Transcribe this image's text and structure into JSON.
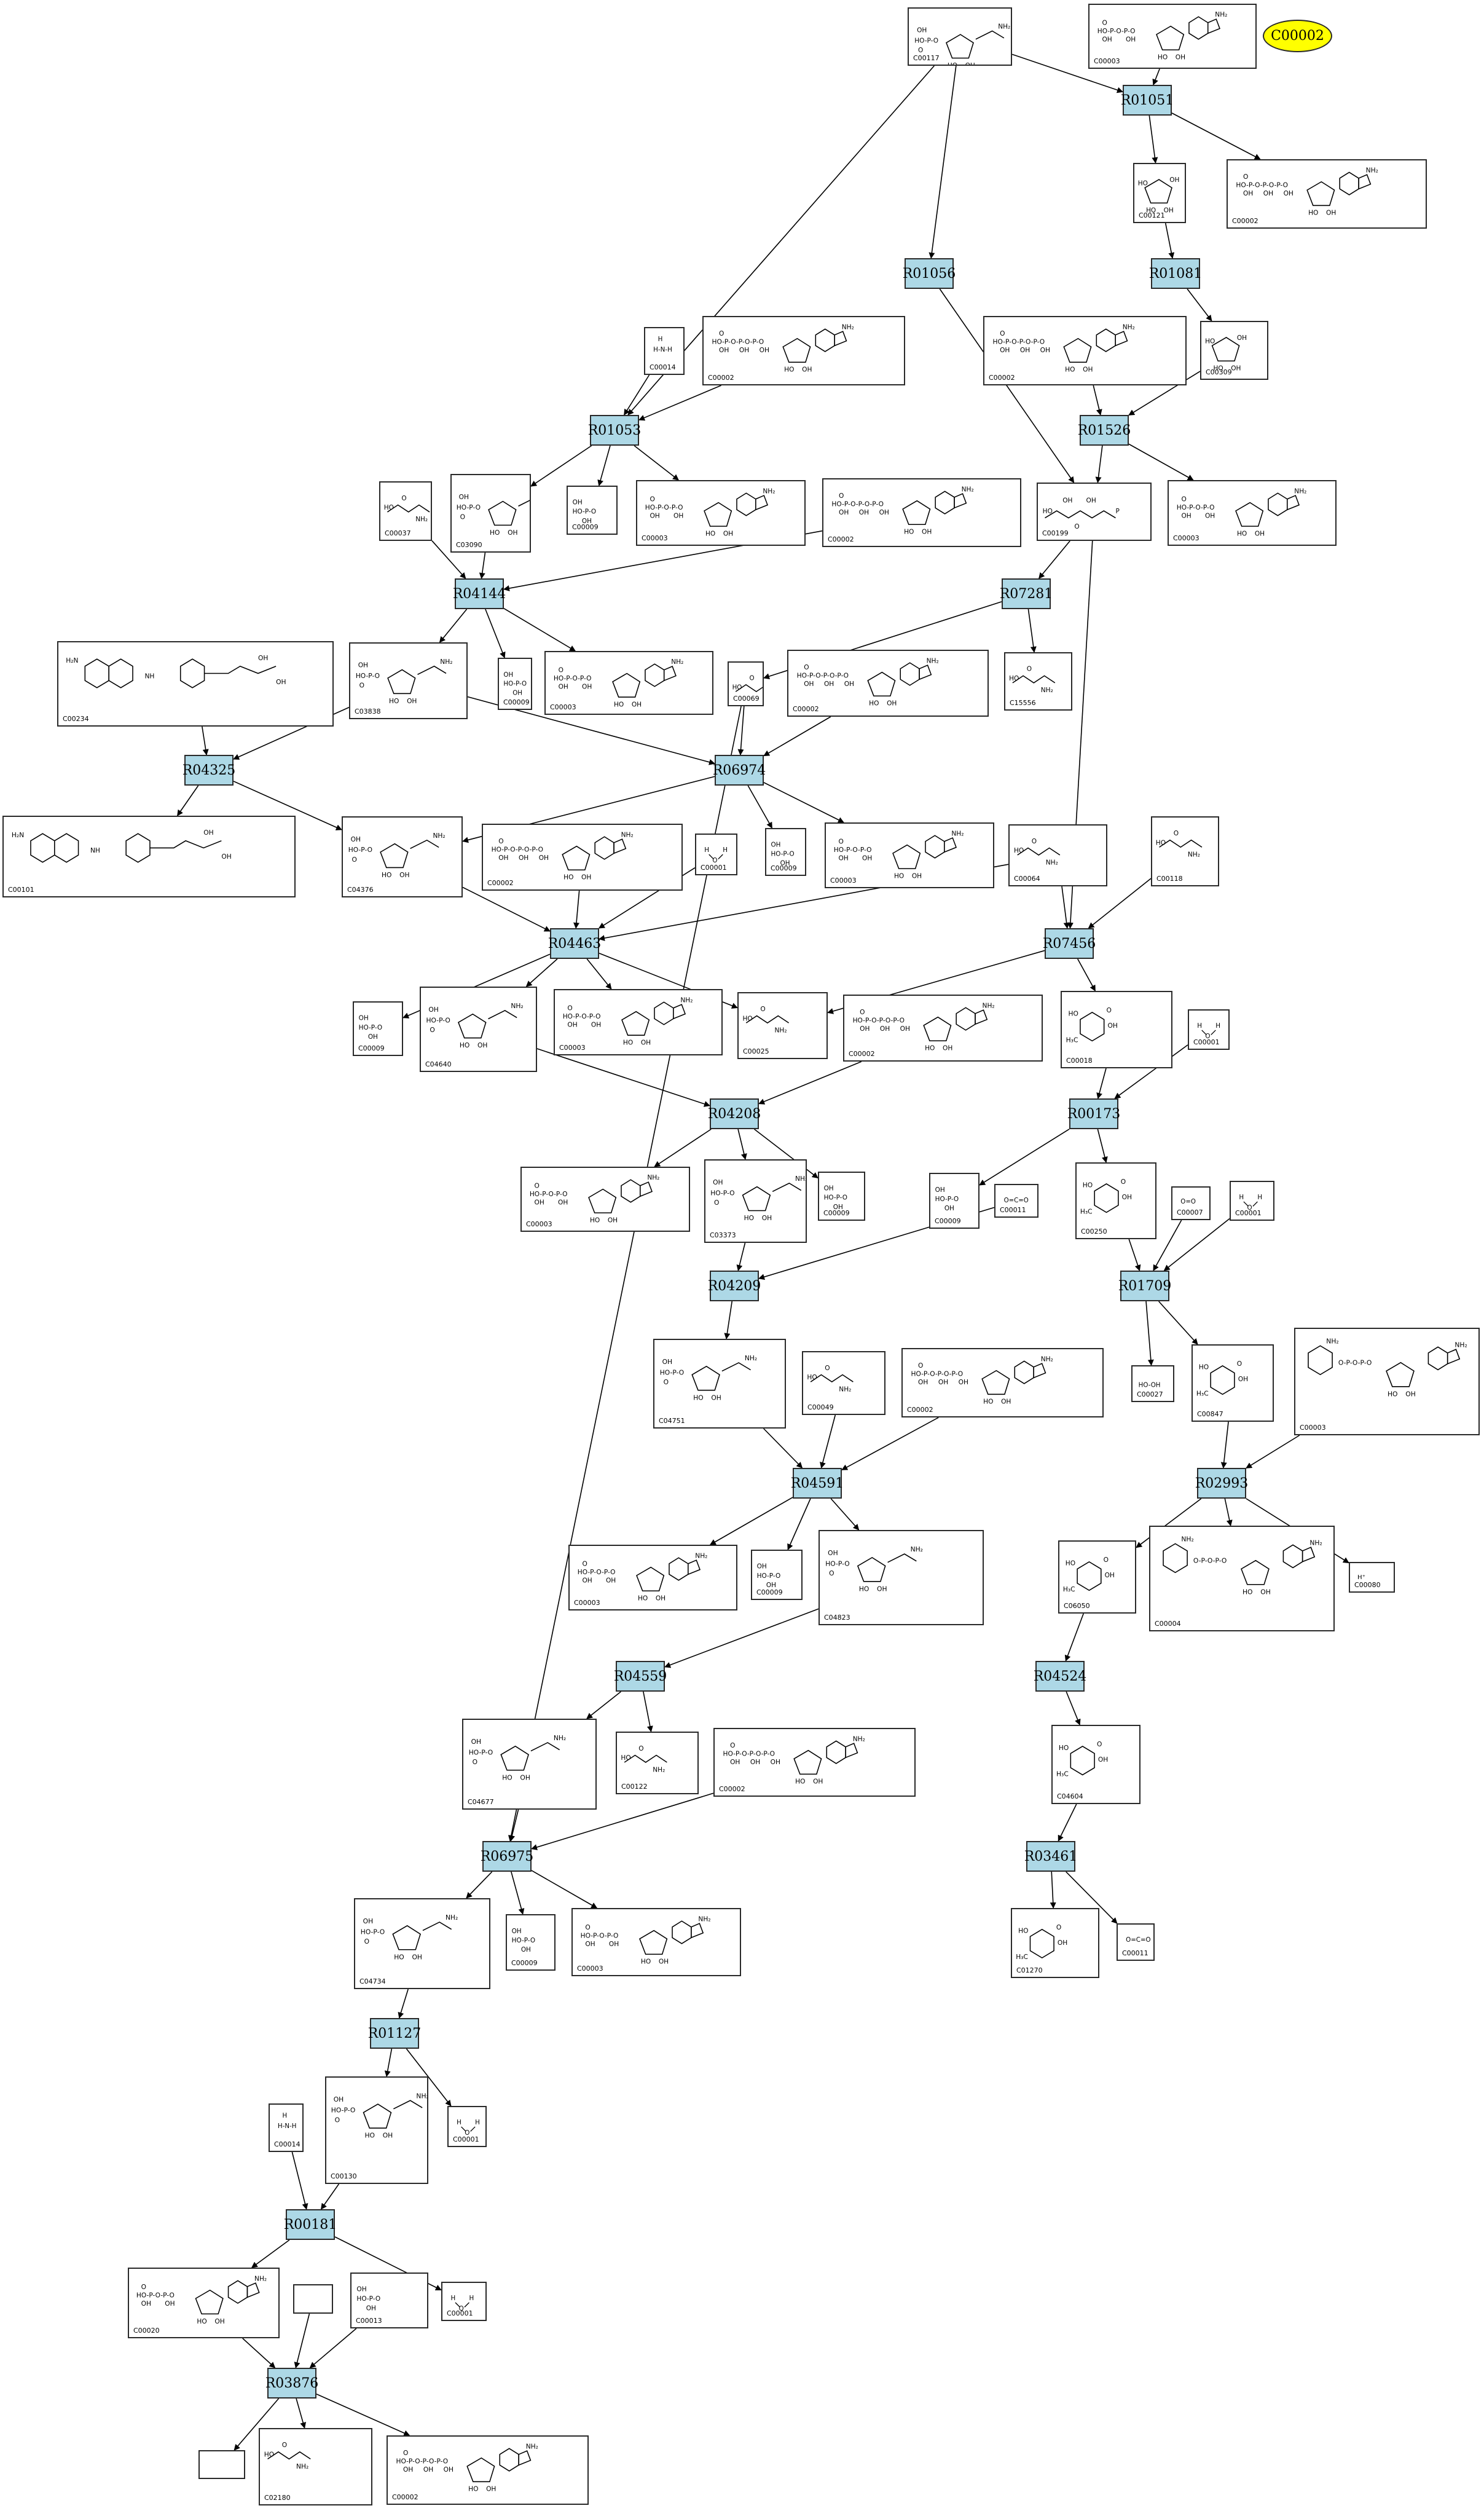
{
  "highlight": {
    "id": "C00002",
    "color": "#ffff00"
  },
  "colors": {
    "reaction_fill": "#add8e6",
    "edge": "#000000"
  },
  "reactions": [
    {
      "id": "R01051"
    },
    {
      "id": "R01056"
    },
    {
      "id": "R01081"
    },
    {
      "id": "R01053"
    },
    {
      "id": "R01526"
    },
    {
      "id": "R04144"
    },
    {
      "id": "R07281"
    },
    {
      "id": "R04325"
    },
    {
      "id": "R06974"
    },
    {
      "id": "R04463"
    },
    {
      "id": "R07456"
    },
    {
      "id": "R00173"
    },
    {
      "id": "R04208"
    },
    {
      "id": "R04209"
    },
    {
      "id": "R01709"
    },
    {
      "id": "R04591"
    },
    {
      "id": "R02993"
    },
    {
      "id": "R04559"
    },
    {
      "id": "R04524"
    },
    {
      "id": "R06975"
    },
    {
      "id": "R03461"
    },
    {
      "id": "R01127"
    },
    {
      "id": "R00181"
    },
    {
      "id": "R03876"
    }
  ],
  "compounds": [
    {
      "key": "c117",
      "id": "C00117",
      "mol": "sugarP"
    },
    {
      "key": "c003a",
      "id": "C00003",
      "mol": "nuc"
    },
    {
      "key": "c121",
      "id": "C00121",
      "mol": "ribose"
    },
    {
      "key": "c002a",
      "id": "C00002",
      "mol": "atp"
    },
    {
      "key": "c014a",
      "id": "C00014",
      "mol": "nh3"
    },
    {
      "key": "c002b",
      "id": "C00002",
      "mol": "atp"
    },
    {
      "key": "c002c",
      "id": "C00002",
      "mol": "atp"
    },
    {
      "key": "c309",
      "id": "C00309",
      "mol": "ribose"
    },
    {
      "key": "c037",
      "id": "C00037",
      "mol": "small"
    },
    {
      "key": "c3090",
      "id": "C03090",
      "mol": "sugarP"
    },
    {
      "key": "c009a",
      "id": "C00009",
      "mol": "pi"
    },
    {
      "key": "c003b",
      "id": "C00003",
      "mol": "nuc"
    },
    {
      "key": "c002d",
      "id": "C00002",
      "mol": "atp"
    },
    {
      "key": "c199",
      "id": "C00199",
      "mol": "chain"
    },
    {
      "key": "c003c",
      "id": "C00003",
      "mol": "nuc"
    },
    {
      "key": "c234",
      "id": "C00234",
      "mol": "folate"
    },
    {
      "key": "c3838",
      "id": "C03838",
      "mol": "sugarP"
    },
    {
      "key": "c009b",
      "id": "C00009",
      "mol": "pi"
    },
    {
      "key": "c003d",
      "id": "C00003",
      "mol": "nuc"
    },
    {
      "key": "c069",
      "id": "C00069",
      "mol": "small"
    },
    {
      "key": "c002e",
      "id": "C00002",
      "mol": "atp"
    },
    {
      "key": "c15556",
      "id": "C15556",
      "mol": "small"
    },
    {
      "key": "c101",
      "id": "C00101",
      "mol": "folate"
    },
    {
      "key": "c4376",
      "id": "C04376",
      "mol": "sugarP"
    },
    {
      "key": "c002f",
      "id": "C00002",
      "mol": "atp"
    },
    {
      "key": "c001a",
      "id": "C00001",
      "mol": "water"
    },
    {
      "key": "c009c",
      "id": "C00009",
      "mol": "pi"
    },
    {
      "key": "c003e",
      "id": "C00003",
      "mol": "nuc"
    },
    {
      "key": "c064",
      "id": "C00064",
      "mol": "small"
    },
    {
      "key": "c118",
      "id": "C00118",
      "mol": "small"
    },
    {
      "key": "c009d",
      "id": "C00009",
      "mol": "pi"
    },
    {
      "key": "c4640",
      "id": "C04640",
      "mol": "sugarP"
    },
    {
      "key": "c003f",
      "id": "C00003",
      "mol": "nuc"
    },
    {
      "key": "c025",
      "id": "C00025",
      "mol": "small"
    },
    {
      "key": "c002g",
      "id": "C00002",
      "mol": "atp"
    },
    {
      "key": "c018",
      "id": "C00018",
      "mol": "ring"
    },
    {
      "key": "c001b",
      "id": "C00001",
      "mol": "water"
    },
    {
      "key": "c003g",
      "id": "C00003",
      "mol": "nuc"
    },
    {
      "key": "c3373",
      "id": "C03373",
      "mol": "sugarP"
    },
    {
      "key": "c009e",
      "id": "C00009",
      "mol": "pi"
    },
    {
      "key": "c009f",
      "id": "C00009",
      "mol": "pi"
    },
    {
      "key": "c011a",
      "id": "C00011",
      "mol": "co2"
    },
    {
      "key": "c250",
      "id": "C00250",
      "mol": "ring"
    },
    {
      "key": "c007",
      "id": "C00007",
      "mol": "o2"
    },
    {
      "key": "c001c",
      "id": "C00001",
      "mol": "water"
    },
    {
      "key": "c4751",
      "id": "C04751",
      "mol": "sugarP"
    },
    {
      "key": "c049",
      "id": "C00049",
      "mol": "small"
    },
    {
      "key": "c002h",
      "id": "C00002",
      "mol": "atp"
    },
    {
      "key": "c027",
      "id": "C00027",
      "mol": "h2o2"
    },
    {
      "key": "c847",
      "id": "C00847",
      "mol": "ring"
    },
    {
      "key": "c003h",
      "id": "C00003",
      "mol": "nad"
    },
    {
      "key": "c003i",
      "id": "C00003",
      "mol": "nuc"
    },
    {
      "key": "c009g",
      "id": "C00009",
      "mol": "pi"
    },
    {
      "key": "c4823",
      "id": "C04823",
      "mol": "sugarP"
    },
    {
      "key": "c6050",
      "id": "C06050",
      "mol": "ring"
    },
    {
      "key": "c004",
      "id": "C00004",
      "mol": "nad"
    },
    {
      "key": "c080",
      "id": "C00080",
      "mol": "hplus"
    },
    {
      "key": "c4677",
      "id": "C04677",
      "mol": "sugarP"
    },
    {
      "key": "c122",
      "id": "C00122",
      "mol": "small"
    },
    {
      "key": "c002i",
      "id": "C00002",
      "mol": "atp"
    },
    {
      "key": "c4604",
      "id": "C04604",
      "mol": "ring"
    },
    {
      "key": "c4734",
      "id": "C04734",
      "mol": "sugarP"
    },
    {
      "key": "c009h",
      "id": "C00009",
      "mol": "pi"
    },
    {
      "key": "c003j",
      "id": "C00003",
      "mol": "nuc"
    },
    {
      "key": "c1270",
      "id": "C01270",
      "mol": "ring"
    },
    {
      "key": "c011b",
      "id": "C00011",
      "mol": "co2"
    },
    {
      "key": "c130",
      "id": "C00130",
      "mol": "sugarP"
    },
    {
      "key": "c001d",
      "id": "C00001",
      "mol": "water"
    },
    {
      "key": "c014b",
      "id": "C00014",
      "mol": "nh3"
    },
    {
      "key": "c020",
      "id": "C00020",
      "mol": "nuc"
    },
    {
      "key": "c001e",
      "id": "C00001",
      "mol": "water"
    },
    {
      "key": "blank1",
      "id": "",
      "mol": "none"
    },
    {
      "key": "c013",
      "id": "C00013",
      "mol": "pi"
    },
    {
      "key": "blank2",
      "id": "",
      "mol": "none"
    },
    {
      "key": "c2180",
      "id": "C02180",
      "mol": "small"
    },
    {
      "key": "c002j",
      "id": "C00002",
      "mol": "atp"
    }
  ],
  "edges": [
    [
      "c117",
      "R01051"
    ],
    [
      "c003a",
      "R01051"
    ],
    [
      "R01051",
      "c121"
    ],
    [
      "R01051",
      "c002a"
    ],
    [
      "c121",
      "R01081"
    ],
    [
      "R01081",
      "c309"
    ],
    [
      "c117",
      "R01056"
    ],
    [
      "c117",
      "R01053"
    ],
    [
      "c014a",
      "R01053"
    ],
    [
      "c002b",
      "R01053"
    ],
    [
      "R01053",
      "c3090"
    ],
    [
      "R01053",
      "c009a"
    ],
    [
      "R01053",
      "c003b"
    ],
    [
      "c002c",
      "R01526"
    ],
    [
      "c309",
      "R01526"
    ],
    [
      "R01526",
      "c199"
    ],
    [
      "R01526",
      "c003c"
    ],
    [
      "R01056",
      "c199"
    ],
    [
      "c037",
      "R04144"
    ],
    [
      "c3090",
      "R04144"
    ],
    [
      "c002d",
      "R04144"
    ],
    [
      "R04144",
      "c3838"
    ],
    [
      "R04144",
      "c009b"
    ],
    [
      "R04144",
      "c003d"
    ],
    [
      "c199",
      "R07281"
    ],
    [
      "R07281",
      "c069"
    ],
    [
      "R07281",
      "c15556"
    ],
    [
      "c234",
      "R04325"
    ],
    [
      "c3838",
      "R04325"
    ],
    [
      "R04325",
      "c101"
    ],
    [
      "R04325",
      "c4376"
    ],
    [
      "c3838",
      "R06974"
    ],
    [
      "c069",
      "R06974"
    ],
    [
      "c002e",
      "R06974"
    ],
    [
      "R06974",
      "c4376"
    ],
    [
      "R06974",
      "c009c"
    ],
    [
      "R06974",
      "c003e"
    ],
    [
      "c4376",
      "R04463"
    ],
    [
      "c002f",
      "R04463"
    ],
    [
      "c001a",
      "R04463"
    ],
    [
      "c064",
      "R04463"
    ],
    [
      "R04463",
      "c009d"
    ],
    [
      "R04463",
      "c4640"
    ],
    [
      "R04463",
      "c003f"
    ],
    [
      "R04463",
      "c025"
    ],
    [
      "c199",
      "R07456"
    ],
    [
      "c064",
      "R07456"
    ],
    [
      "c118",
      "R07456"
    ],
    [
      "R07456",
      "c025"
    ],
    [
      "R07456",
      "c018"
    ],
    [
      "c4640",
      "R04208"
    ],
    [
      "c002g",
      "R04208"
    ],
    [
      "R04208",
      "c003g"
    ],
    [
      "R04208",
      "c3373"
    ],
    [
      "R04208",
      "c009e"
    ],
    [
      "c018",
      "R00173"
    ],
    [
      "c001b",
      "R00173"
    ],
    [
      "R00173",
      "c009f"
    ],
    [
      "R00173",
      "c250"
    ],
    [
      "c3373",
      "R04209"
    ],
    [
      "c011a",
      "R04209"
    ],
    [
      "R04209",
      "c4751"
    ],
    [
      "c250",
      "R01709"
    ],
    [
      "c007",
      "R01709"
    ],
    [
      "c001c",
      "R01709"
    ],
    [
      "R01709",
      "c027"
    ],
    [
      "R01709",
      "c847"
    ],
    [
      "c4751",
      "R04591"
    ],
    [
      "c049",
      "R04591"
    ],
    [
      "c002h",
      "R04591"
    ],
    [
      "R04591",
      "c003i"
    ],
    [
      "R04591",
      "c009g"
    ],
    [
      "R04591",
      "c4823"
    ],
    [
      "c847",
      "R02993"
    ],
    [
      "c003h",
      "R02993"
    ],
    [
      "R02993",
      "c6050"
    ],
    [
      "R02993",
      "c004"
    ],
    [
      "R02993",
      "c080"
    ],
    [
      "c4823",
      "R04559"
    ],
    [
      "R04559",
      "c4677"
    ],
    [
      "R04559",
      "c122"
    ],
    [
      "c6050",
      "R04524"
    ],
    [
      "R04524",
      "c4604"
    ],
    [
      "c4677",
      "R06975"
    ],
    [
      "c002i",
      "R06975"
    ],
    [
      "c069",
      "R06975"
    ],
    [
      "R06975",
      "c4734"
    ],
    [
      "R06975",
      "c009h"
    ],
    [
      "R06975",
      "c003j"
    ],
    [
      "c4604",
      "R03461"
    ],
    [
      "R03461",
      "c1270"
    ],
    [
      "R03461",
      "c011b"
    ],
    [
      "c4734",
      "R01127"
    ],
    [
      "R01127",
      "c130"
    ],
    [
      "R01127",
      "c001d"
    ],
    [
      "c014b",
      "R00181"
    ],
    [
      "c130",
      "R00181"
    ],
    [
      "R00181",
      "c020"
    ],
    [
      "R00181",
      "c001e"
    ],
    [
      "c020",
      "R03876"
    ],
    [
      "blank1",
      "R03876"
    ],
    [
      "c013",
      "R03876"
    ],
    [
      "R03876",
      "blank2"
    ],
    [
      "R03876",
      "c2180"
    ],
    [
      "R03876",
      "c002j"
    ]
  ]
}
